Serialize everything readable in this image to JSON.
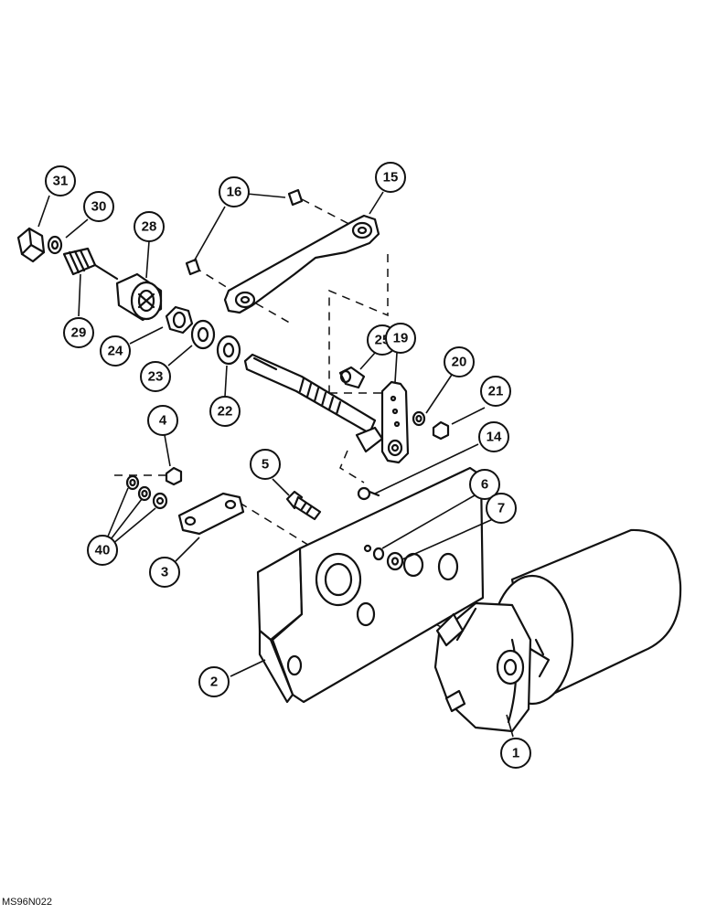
{
  "callouts": [
    {
      "id": "c31",
      "label": "31"
    },
    {
      "id": "c30",
      "label": "30"
    },
    {
      "id": "c28",
      "label": "28"
    },
    {
      "id": "c29",
      "label": "29"
    },
    {
      "id": "c24",
      "label": "24"
    },
    {
      "id": "c23",
      "label": "23"
    },
    {
      "id": "c22",
      "label": "22"
    },
    {
      "id": "c16",
      "label": "16"
    },
    {
      "id": "c15",
      "label": "15"
    },
    {
      "id": "c25",
      "label": "25"
    },
    {
      "id": "c19",
      "label": "19"
    },
    {
      "id": "c20",
      "label": "20"
    },
    {
      "id": "c21",
      "label": "21"
    },
    {
      "id": "c14",
      "label": "14"
    },
    {
      "id": "c4",
      "label": "4"
    },
    {
      "id": "c5",
      "label": "5"
    },
    {
      "id": "c6",
      "label": "6"
    },
    {
      "id": "c7",
      "label": "7"
    },
    {
      "id": "c40",
      "label": "40"
    },
    {
      "id": "c3",
      "label": "3"
    },
    {
      "id": "c2",
      "label": "2"
    },
    {
      "id": "c1",
      "label": "1"
    }
  ],
  "drawing_code": "MS96N022"
}
